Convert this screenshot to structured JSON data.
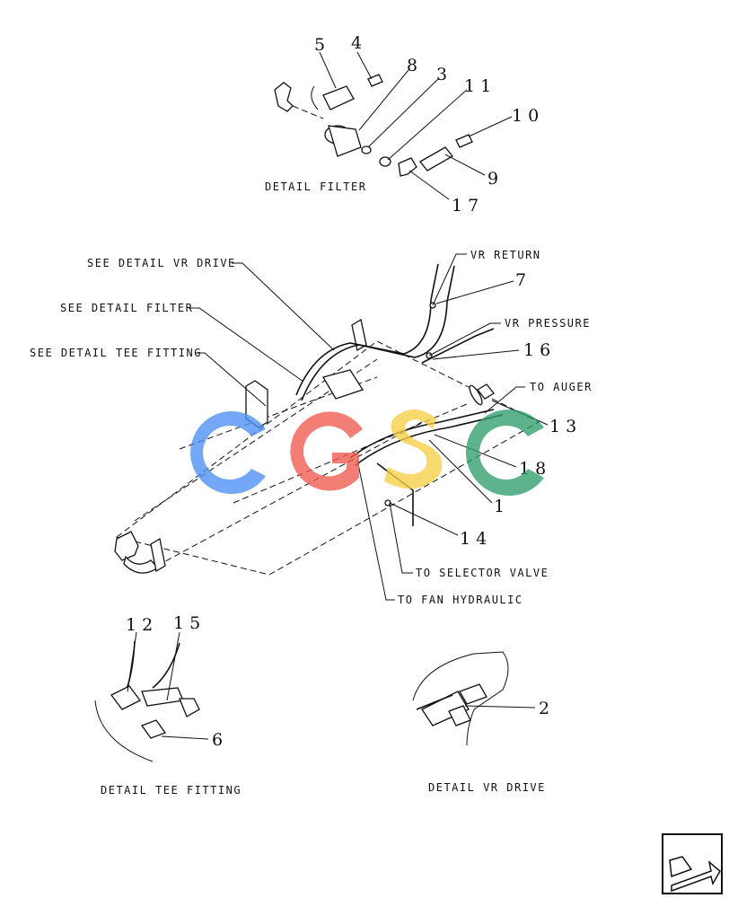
{
  "details": {
    "filter": "DETAIL FILTER",
    "tee_fitting": "DETAIL TEE FITTING",
    "vr_drive": "DETAIL VR DRIVE"
  },
  "callouts": {
    "see_detail_vr_drive": "SEE DETAIL VR DRIVE",
    "see_detail_filter": "SEE DETAIL FILTER",
    "see_detail_tee_fitting": "SEE DETAIL TEE FITTING",
    "vr_return": "VR RETURN",
    "vr_pressure": "VR PRESSURE",
    "to_auger": "TO AUGER",
    "to_selector_valve": "TO SELECTOR VALVE",
    "to_fan_hydraulic": "TO FAN HYDRAULIC"
  },
  "part_numbers": {
    "p1": "1",
    "p2": "2",
    "p3": "3",
    "p4": "4",
    "p5": "5",
    "p6": "6",
    "p7": "7",
    "p8": "8",
    "p9": "9",
    "p10": "10",
    "p11": "11",
    "p12": "12",
    "p13": "13",
    "p14": "14",
    "p15": "15",
    "p16": "16",
    "p17": "17",
    "p18": "18"
  },
  "watermark": {
    "text": "CGSC",
    "colors": [
      "#4d8ff5",
      "#ef5a50",
      "#f7cf45",
      "#2f9e6a"
    ]
  },
  "nav": {
    "next_icon": "arrow-next-icon"
  }
}
